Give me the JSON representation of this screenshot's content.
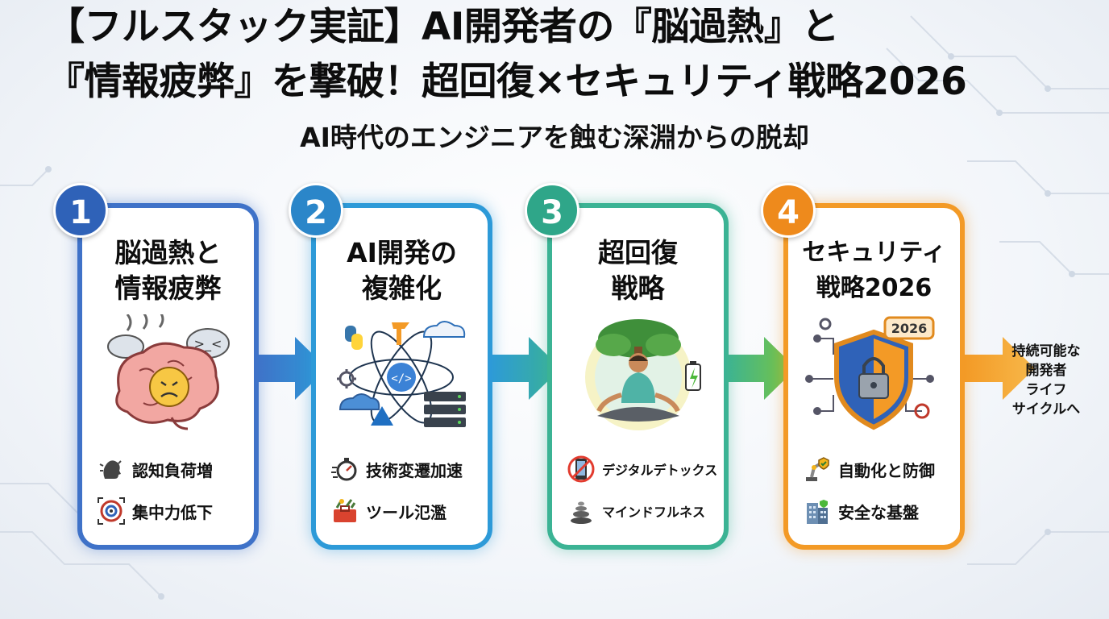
{
  "title": {
    "line1": "【フルスタック実証】AI開発者の『脳過熱』と",
    "line2": "『情報疲弊』を撃破！超回復×セキュリティ戦略2026"
  },
  "subtitle": "AI時代のエンジニアを蝕む深淵からの脱却",
  "steps": [
    {
      "number": "1",
      "title": "脳過熱と\n情報疲弊",
      "illustration_icon": "overheated-brain-icon",
      "features": [
        {
          "icon": "head-pressure-icon",
          "label": "認知負荷増"
        },
        {
          "icon": "target-icon",
          "label": "集中力低下"
        }
      ]
    },
    {
      "number": "2",
      "title": "AI開発の\n複雑化",
      "illustration_icon": "ai-tech-stack-icon",
      "features": [
        {
          "icon": "stopwatch-icon",
          "label": "技術変遷加速"
        },
        {
          "icon": "toolbox-icon",
          "label": "ツール氾濫"
        }
      ]
    },
    {
      "number": "3",
      "title": "超回復\n戦略",
      "illustration_icon": "meditating-person-icon",
      "features": [
        {
          "icon": "no-phone-icon",
          "label": "デジタルデトックス"
        },
        {
          "icon": "stacked-stones-icon",
          "label": "マインドフルネス"
        }
      ]
    },
    {
      "number": "4",
      "title": "セキュリティ\n戦略2026",
      "illustration_icon": "security-shield-lock-icon",
      "illustration_badge": "2026",
      "features": [
        {
          "icon": "robot-arm-icon",
          "label": "自動化と防御"
        },
        {
          "icon": "building-icon",
          "label": "安全な基盤"
        }
      ]
    }
  ],
  "final": "持続可能な\n開発者\nライフ\nサイクルへ",
  "colors": {
    "step1": "#3f72c8",
    "step2": "#2d9ad8",
    "step3": "#3bb394",
    "step4": "#f39a26"
  }
}
